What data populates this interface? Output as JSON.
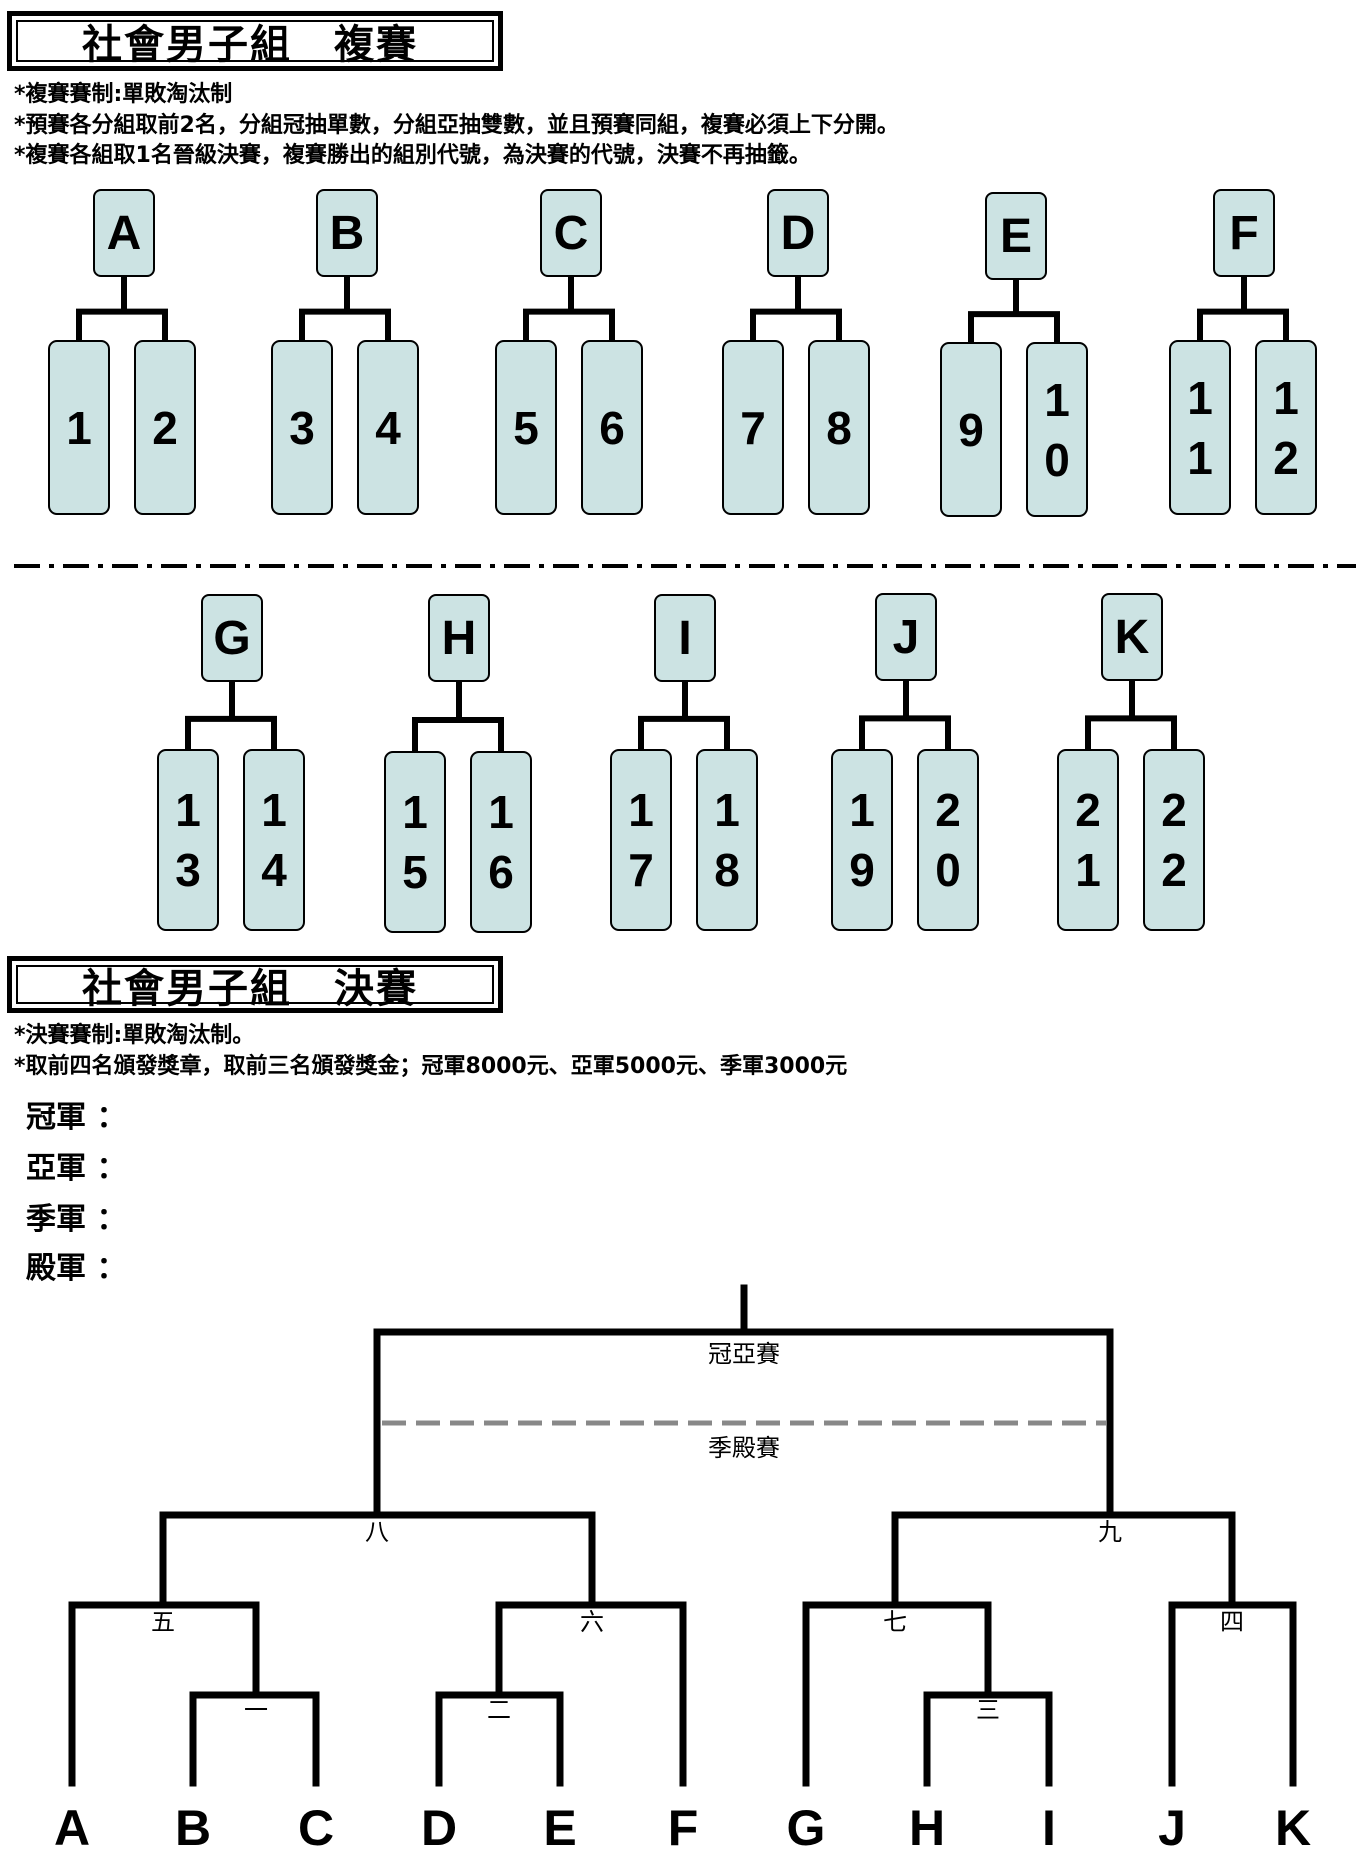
{
  "semifinal": {
    "title": "社會男子組　複賽",
    "rules": [
      "*複賽賽制:單敗淘汰制",
      "*預賽各分組取前2名，分組冠抽單數，分組亞抽雙數，並且預賽同組，複賽必須上下分開。",
      "*複賽各組取1名晉級決賽，複賽勝出的組別代號，為決賽的代號，決賽不再抽籤。"
    ],
    "groups_row1": [
      {
        "name": "A",
        "slots": [
          [
            "1"
          ],
          [
            "2"
          ]
        ]
      },
      {
        "name": "B",
        "slots": [
          [
            "3"
          ],
          [
            "4"
          ]
        ]
      },
      {
        "name": "C",
        "slots": [
          [
            "5"
          ],
          [
            "6"
          ]
        ]
      },
      {
        "name": "D",
        "slots": [
          [
            "7"
          ],
          [
            "8"
          ]
        ]
      },
      {
        "name": "E",
        "slots": [
          [
            "9"
          ],
          [
            "1",
            "0"
          ]
        ]
      },
      {
        "name": "F",
        "slots": [
          [
            "1",
            "1"
          ],
          [
            "1",
            "2"
          ]
        ]
      }
    ],
    "groups_row2": [
      {
        "name": "G",
        "slots": [
          [
            "1",
            "3"
          ],
          [
            "1",
            "4"
          ]
        ]
      },
      {
        "name": "H",
        "slots": [
          [
            "1",
            "5"
          ],
          [
            "1",
            "6"
          ]
        ]
      },
      {
        "name": "I",
        "slots": [
          [
            "1",
            "7"
          ],
          [
            "1",
            "8"
          ]
        ]
      },
      {
        "name": "J",
        "slots": [
          [
            "1",
            "9"
          ],
          [
            "2",
            "0"
          ]
        ]
      },
      {
        "name": "K",
        "slots": [
          [
            "2",
            "1"
          ],
          [
            "2",
            "2"
          ]
        ]
      }
    ]
  },
  "final": {
    "title": "社會男子組　決賽",
    "rules": [
      "*決賽賽制:單敗淘汰制。",
      "*取前四名頒發獎章，取前三名頒發獎金；冠軍8000元、亞軍5000元、季軍3000元"
    ],
    "awards": [
      "冠軍 ：",
      "亞軍 ：",
      "季軍 ：",
      "殿軍 ："
    ],
    "bracket": {
      "championship_label": "冠亞賽",
      "third_place_label": "季殿賽",
      "round_labels": [
        "一",
        "二",
        "三",
        "四",
        "五",
        "六",
        "七",
        "八",
        "九"
      ],
      "teams": [
        "A",
        "B",
        "C",
        "D",
        "E",
        "F",
        "G",
        "H",
        "I",
        "J",
        "K"
      ]
    }
  }
}
